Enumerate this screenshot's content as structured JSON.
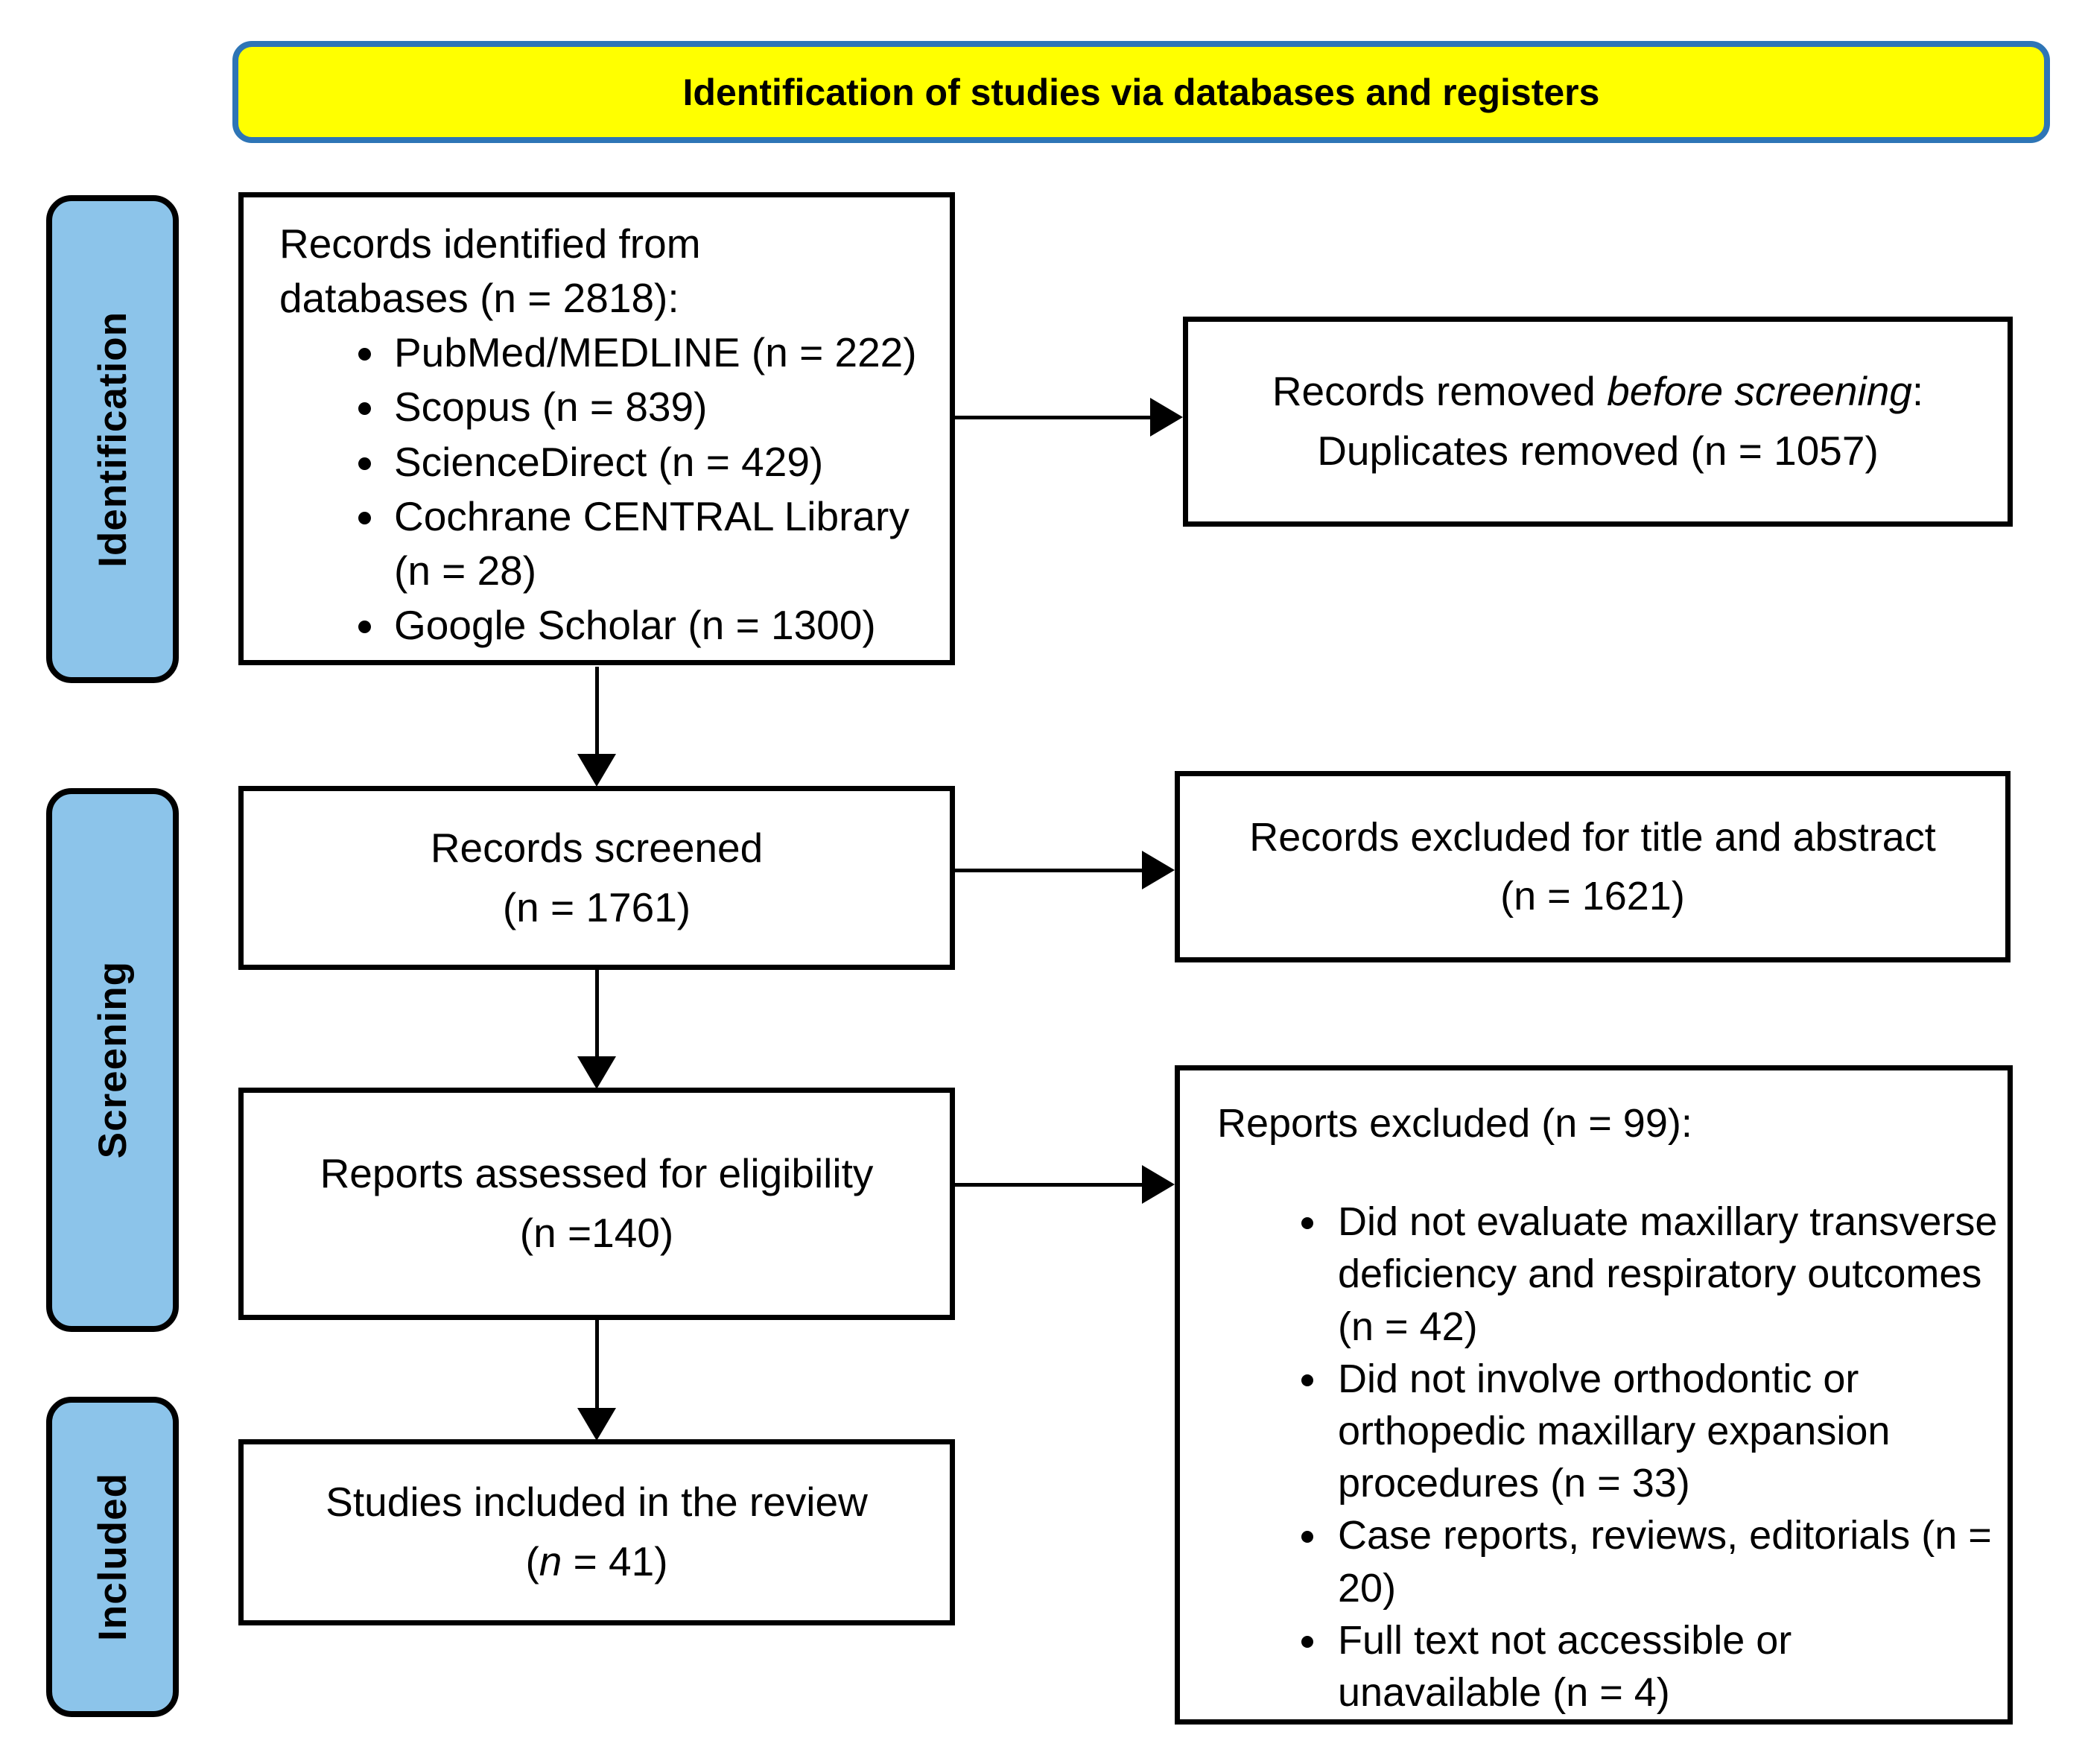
{
  "diagram": {
    "title": "Identification of studies via databases and registers"
  },
  "phases": {
    "identification": "Identification",
    "screening": "Screening",
    "included": "Included"
  },
  "boxes": {
    "records_identified": {
      "line1": "Records identified from",
      "line2": "databases (n = 2818):",
      "bullets": [
        "PubMed/MEDLINE (n = 222)",
        "Scopus (n = 839)",
        "ScienceDirect (n = 429)",
        "Cochrane CENTRAL Library (n = 28)",
        "Google Scholar (n = 1300)"
      ]
    },
    "records_removed": {
      "line1_prefix": "Records removed ",
      "line1_italic": "before screening",
      "line1_suffix": ":",
      "line2": "Duplicates removed (n = 1057)"
    },
    "records_screened": {
      "line1": "Records screened",
      "line2": "(n = 1761)"
    },
    "records_excluded": {
      "line1": "Records excluded for title and abstract",
      "line2": "(n = 1621)"
    },
    "reports_assessed": {
      "line1": "Reports assessed for eligibility",
      "line2": "(n =140)"
    },
    "reports_excluded": {
      "heading": "Reports excluded (n = 99):",
      "bullets": [
        "Did not evaluate maxillary transverse deficiency and respiratory outcomes (n = 42)",
        "Did not involve orthodontic or orthopedic maxillary expansion procedures (n = 33)",
        "Case reports, reviews, editorials (n = 20)",
        "Full text not accessible or unavailable (n = 4)"
      ]
    },
    "studies_included": {
      "line1": "Studies included in the review",
      "line2_prefix": "(",
      "line2_italic": "n",
      "line2_suffix": " = 41)"
    }
  },
  "colors": {
    "banner_fill": "#FFFF00",
    "banner_border": "#2E75B6",
    "phase_fill": "#8CC4EA",
    "box_border": "#000000",
    "text": "#000000"
  }
}
